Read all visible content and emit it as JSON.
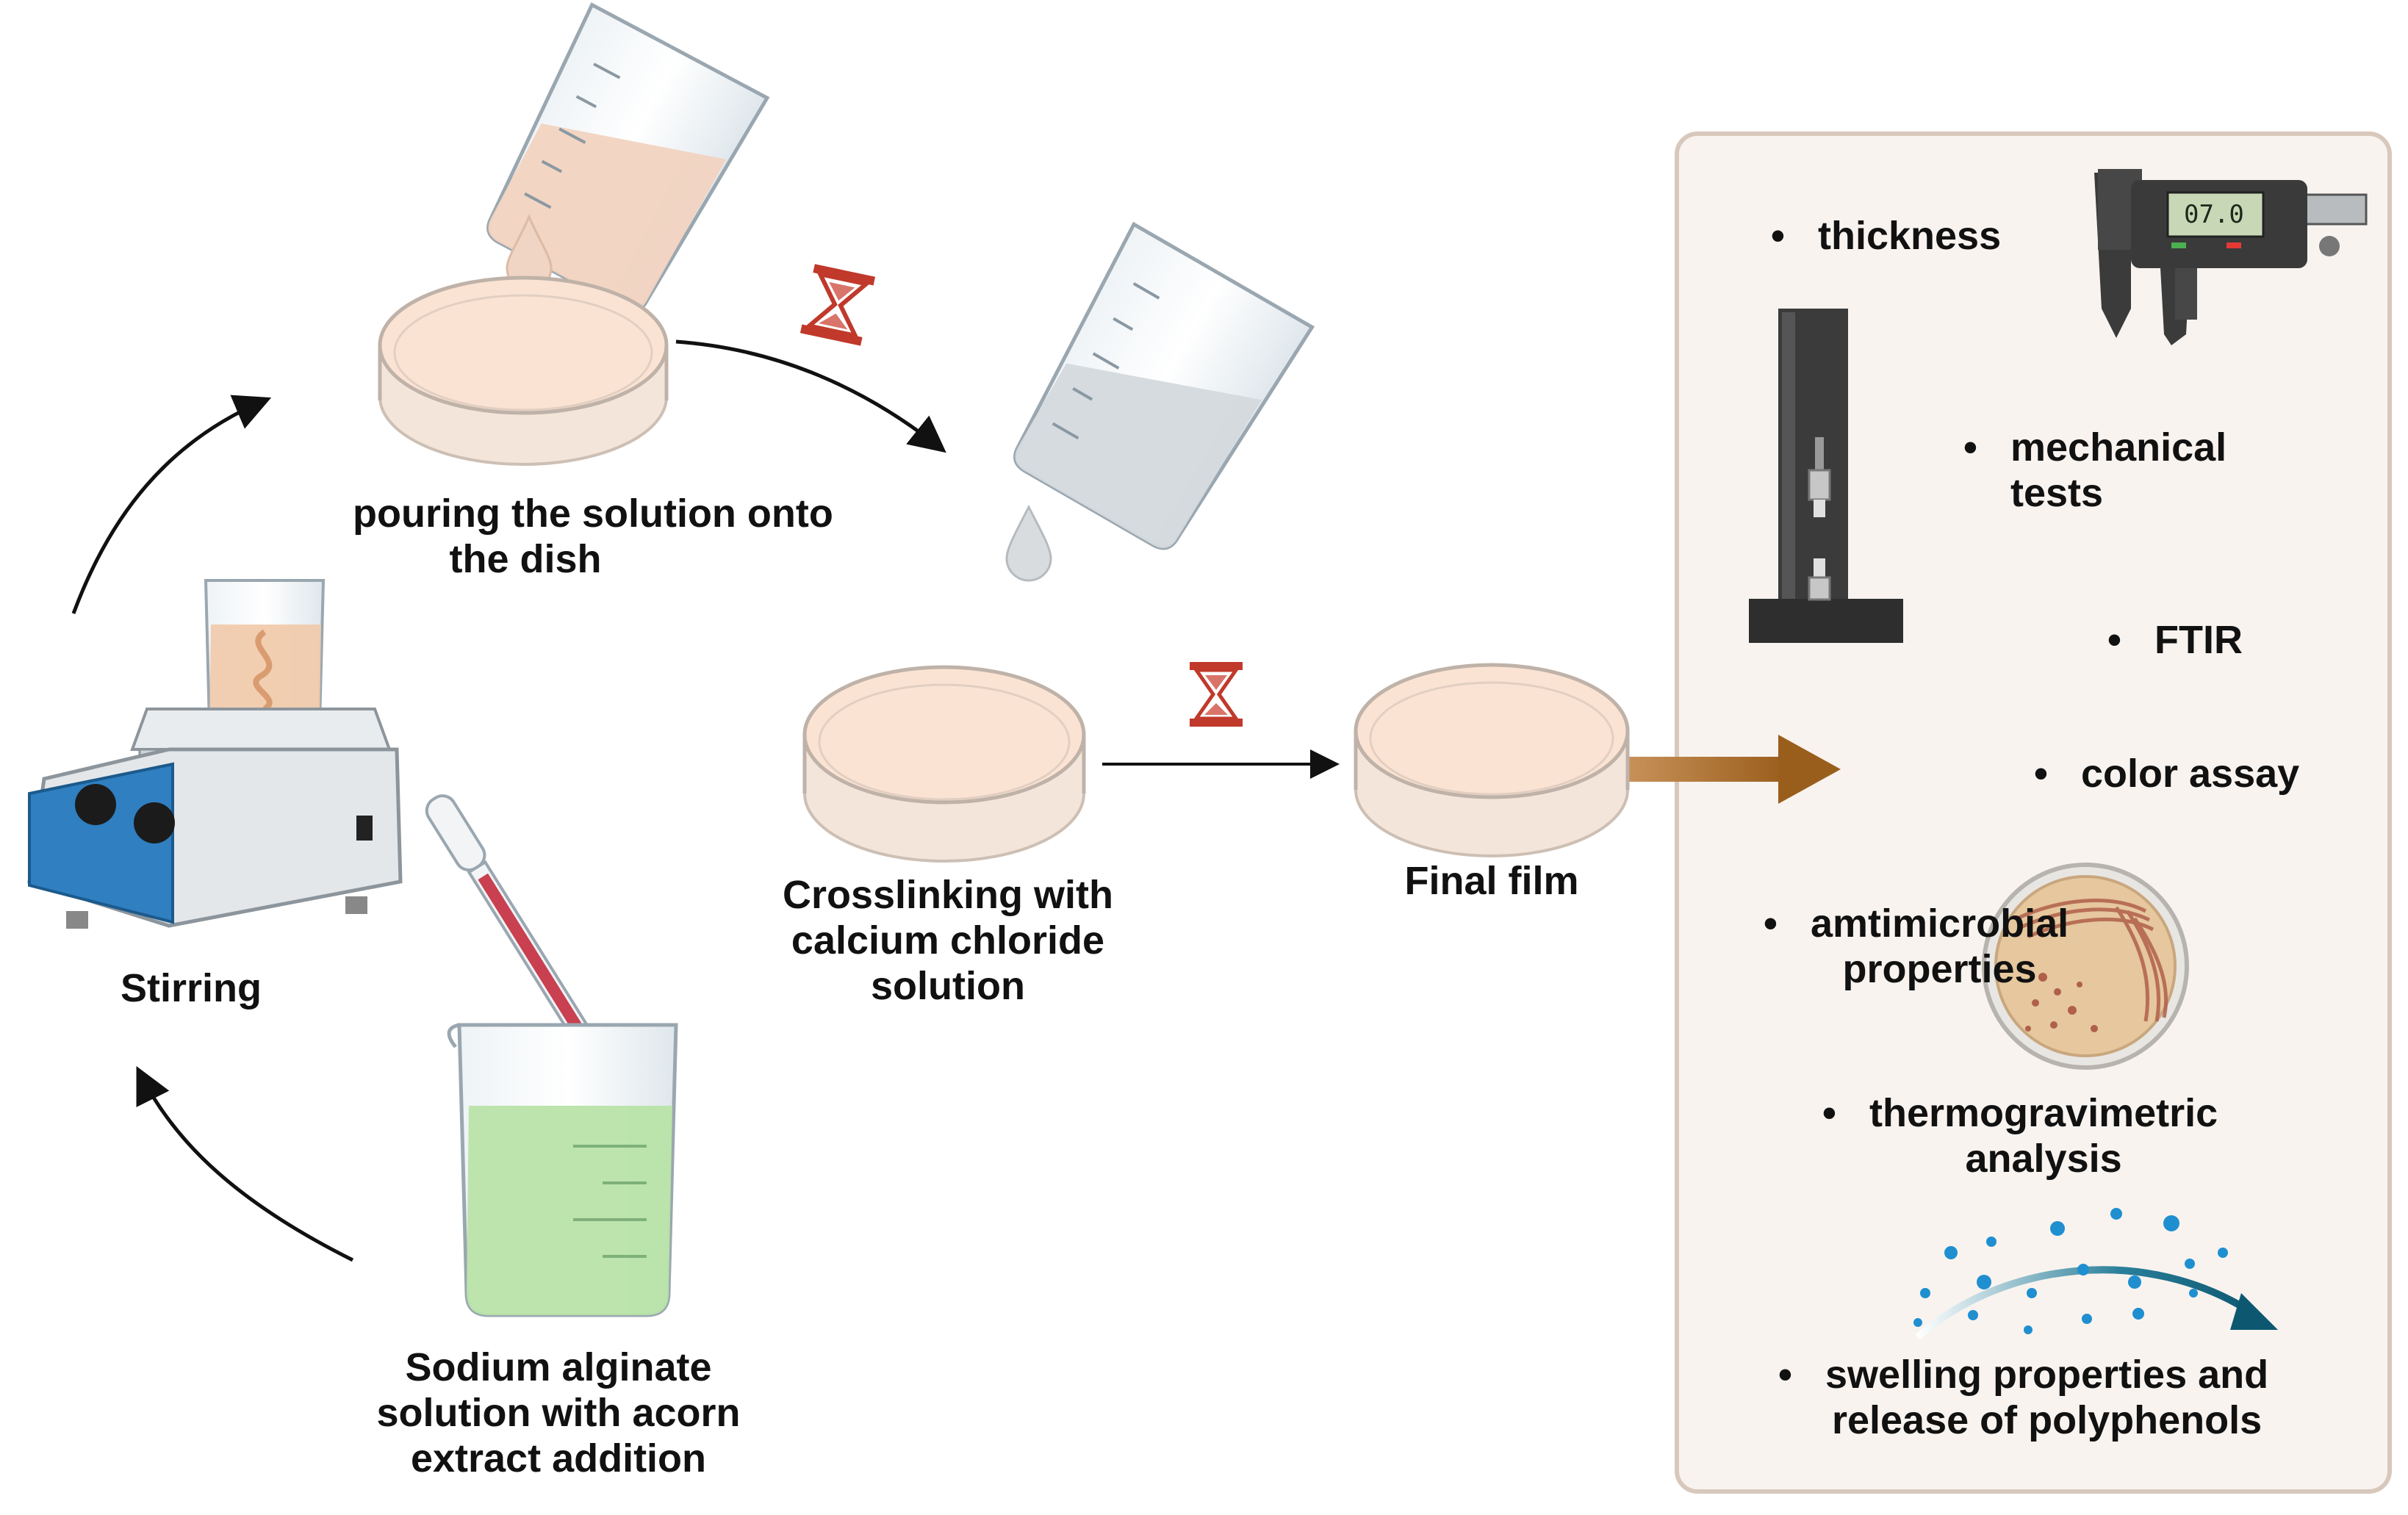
{
  "steps": {
    "pouring": {
      "line1": "pouring the solution onto",
      "line2": "the dish"
    },
    "stirring": {
      "label": "Stirring"
    },
    "alginate": {
      "line1": "Sodium alginate",
      "line2": "solution with acorn",
      "line3": "extract addition"
    },
    "crosslinking": {
      "line1": "Crosslinking with",
      "line2": "calcium chloride",
      "line3": "solution"
    },
    "final": {
      "label": "Final film"
    }
  },
  "analysis_panel": {
    "bullet": "•",
    "thickness": "thickness",
    "mechanical_line1": "mechanical",
    "mechanical_line2": "tests",
    "ftir": "FTIR",
    "color": "color assay",
    "antimicrobial_line1": "amtimicrobial",
    "antimicrobial_line2": "properties",
    "thermo_line1": "thermogravimetric",
    "thermo_line2": "analysis",
    "swelling_line1": "swelling properties and",
    "swelling_line2": "release of polyphenols",
    "caliper_reading": "07.0"
  },
  "colors": {
    "panel_bg": "#f8f3ef",
    "panel_border": "#d8c8bc",
    "film_fill": "#fbe3d3",
    "green_solution": "#b8e3a8",
    "brown_arrow": "#a0651e",
    "hourglass_red": "#c0392b",
    "hot_plate_blue": "#2f7fc1",
    "teal_arrow": "#0e5770",
    "dots_blue": "#1f8fd0"
  },
  "icons": [
    "beaker-pouring-pink-icon",
    "droplet-icon",
    "petri-dish-icon",
    "hourglass-icon",
    "beaker-pouring-clear-icon",
    "magnetic-stirrer-icon",
    "pipette-icon",
    "beaker-green-icon",
    "caliper-icon",
    "tensile-tester-icon",
    "bacteria-plate-icon",
    "release-arrow-icon"
  ]
}
